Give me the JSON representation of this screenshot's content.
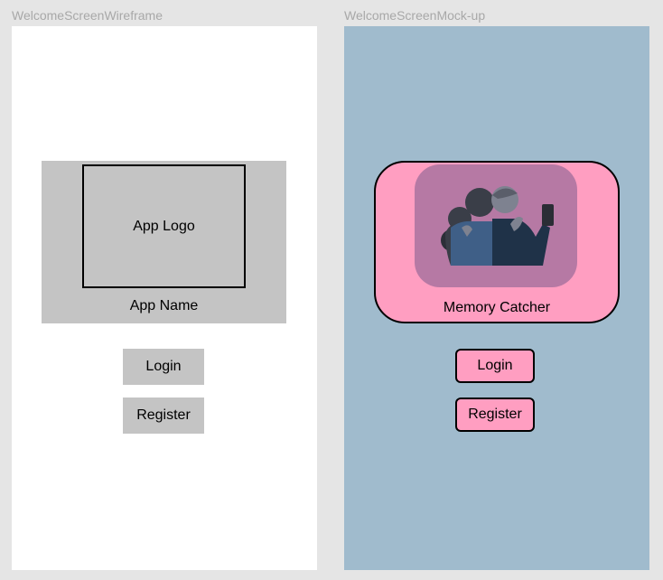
{
  "wireframe": {
    "frame_label": "WelcomeScreenWireframe",
    "logo_placeholder": "App Logo",
    "app_name": "App Name",
    "login_label": "Login",
    "register_label": "Register"
  },
  "mockup": {
    "frame_label": "WelcomeScreenMock-up",
    "logo_icon": "friends-selfie-icon",
    "app_name": "Memory Catcher",
    "login_label": "Login",
    "register_label": "Register"
  },
  "colors": {
    "canvas_background": "#e5e5e5",
    "frame_label": "#a8a8a8",
    "wireframe_background": "#ffffff",
    "wireframe_placeholder_gray": "#c4c4c4",
    "mockup_background": "#a0bbcd",
    "mockup_pink": "#ff9ec1",
    "mockup_logo_tile": "#b679a4",
    "outline": "#000000"
  }
}
